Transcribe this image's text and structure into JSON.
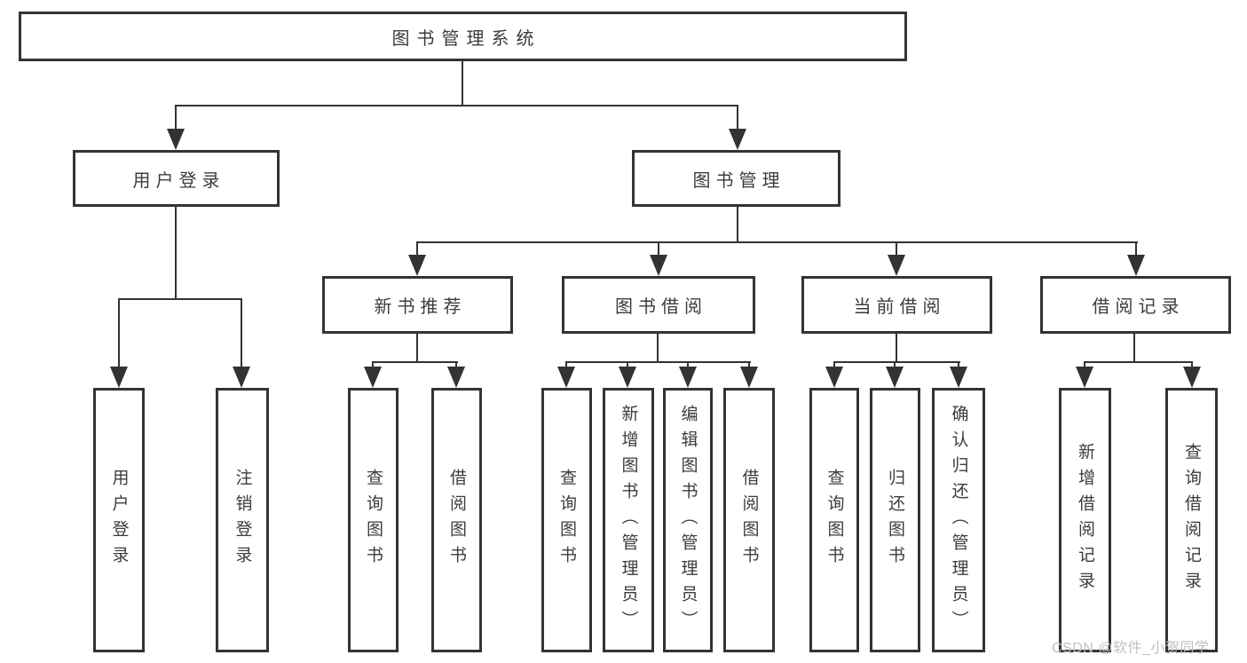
{
  "diagram": {
    "root": {
      "label": "图书管理系统",
      "children": [
        {
          "label": "用户登录",
          "children": [
            {
              "label": "用户登录"
            },
            {
              "label": "注销登录"
            }
          ]
        },
        {
          "label": "图书管理",
          "children": [
            {
              "label": "新书推荐",
              "children": [
                {
                  "label": "查询图书"
                },
                {
                  "label": "借阅图书"
                }
              ]
            },
            {
              "label": "图书借阅",
              "children": [
                {
                  "label": "查询图书"
                },
                {
                  "label": "新增图书（管理员）"
                },
                {
                  "label": "编辑图书（管理员）"
                },
                {
                  "label": "借阅图书"
                }
              ]
            },
            {
              "label": "当前借阅",
              "children": [
                {
                  "label": "查询图书"
                },
                {
                  "label": "归还图书"
                },
                {
                  "label": "确认归还（管理员）"
                }
              ]
            },
            {
              "label": "借阅记录",
              "children": [
                {
                  "label": "新增借阅记录"
                },
                {
                  "label": "查询借阅记录"
                }
              ]
            }
          ]
        }
      ]
    }
  },
  "watermark": {
    "text": "CSDN @软件_小贺同学"
  },
  "colors": {
    "line": "#333333",
    "text": "#3c3c3c",
    "background": "#ffffff",
    "watermark": "#c0c0c0"
  }
}
